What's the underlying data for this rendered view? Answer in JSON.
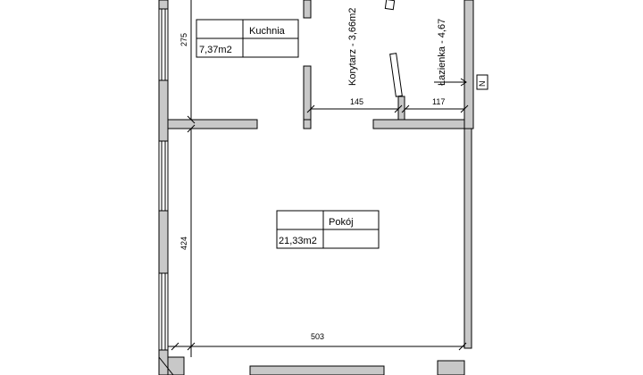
{
  "rooms": {
    "kitchen": {
      "name": "Kuchnia",
      "area": "7,37m2"
    },
    "room": {
      "name": "Pokój",
      "area": "21,33m2"
    },
    "corridor": {
      "label": "Korytarz - 3,66m2"
    },
    "bathroom": {
      "label": "Łazienka - 4,67"
    }
  },
  "dimensions": {
    "kitchen_height": "275",
    "corridor_width": "145",
    "bathroom_width": "117",
    "room_height": "424",
    "room_width": "503"
  },
  "markers": {
    "north_arrow": "N"
  }
}
